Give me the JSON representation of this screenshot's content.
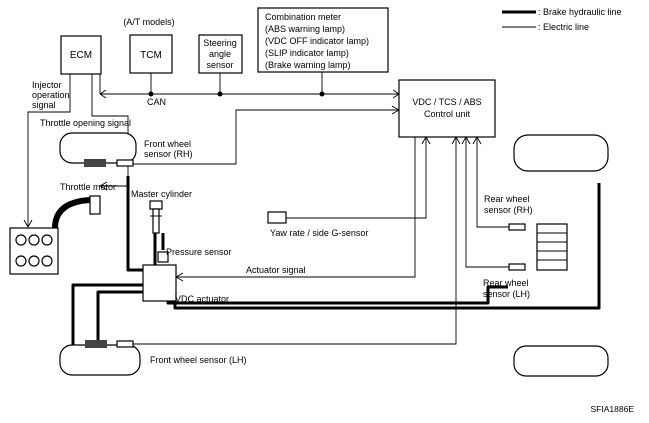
{
  "legend": {
    "hydraulic": ": Brake hydraulic line",
    "electric": ": Electric line"
  },
  "components": {
    "ecm": "ECM",
    "tcm_note": "(A/T models)",
    "tcm": "TCM",
    "steering": [
      "Steering",
      "angle",
      "sensor"
    ],
    "meter": [
      "Combination meter",
      "(ABS warning lamp)",
      "(VDC OFF indicator lamp)",
      "(SLIP indicator lamp)",
      "(Brake warning lamp)"
    ],
    "control_unit": [
      "VDC / TCS / ABS",
      "Control unit"
    ],
    "can": "CAN"
  },
  "labels": {
    "injector": [
      "Injector",
      "operation",
      "signal"
    ],
    "throttle_opening": "Throttle opening signal",
    "front_rh": [
      "Front wheel",
      "sensor (RH)"
    ],
    "throttle_motor": "Throttle motor",
    "master_cylinder": "Master cylinder",
    "pressure_sensor": "Pressure sensor",
    "yaw_rate": "Yaw rate / side G-sensor",
    "actuator_signal": "Actuator signal",
    "vdc_actuator": "VDC actuator",
    "rear_rh": [
      "Rear wheel",
      "sensor (RH)"
    ],
    "rear_lh": [
      "Rear wheel",
      "sensor (LH)"
    ],
    "front_lh": "Front wheel sensor (LH)",
    "figure_id": "SFIA1886E"
  }
}
